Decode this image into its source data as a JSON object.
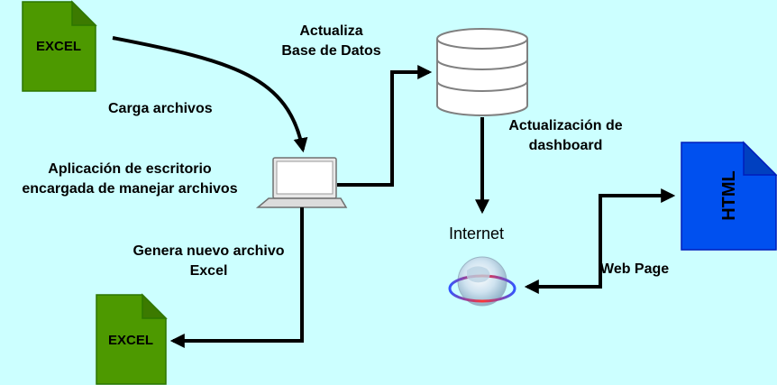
{
  "colors": {
    "background": "#ccffff",
    "excel_fill": "#4d9900",
    "excel_stroke": "#2d7600",
    "html_fill": "#0050ef",
    "html_stroke": "#001dbc",
    "db_fill": "#ffffff",
    "db_stroke": "#808080",
    "edge": "#000000"
  },
  "nodes": {
    "excel_top": {
      "label": "EXCEL",
      "icon": "file-icon"
    },
    "excel_bottom": {
      "label": "EXCEL",
      "icon": "file-icon"
    },
    "database": {
      "icon": "database-icon"
    },
    "laptop": {
      "icon": "laptop-icon"
    },
    "html_page": {
      "label": "HTML",
      "icon": "file-icon"
    },
    "internet": {
      "label": "Internet",
      "icon": "globe-icon"
    }
  },
  "labels": {
    "carga": "Carga archivos",
    "actualiza_1": "Actualiza",
    "actualiza_2": "Base de Datos",
    "app_1": "Aplicación de escritorio",
    "app_2": "encargada de manejar archivos",
    "dash_1": "Actualización de",
    "dash_2": "dashboard",
    "genera_1": "Genera nuevo archivo",
    "genera_2": "Excel",
    "webpage": "Web Page"
  }
}
